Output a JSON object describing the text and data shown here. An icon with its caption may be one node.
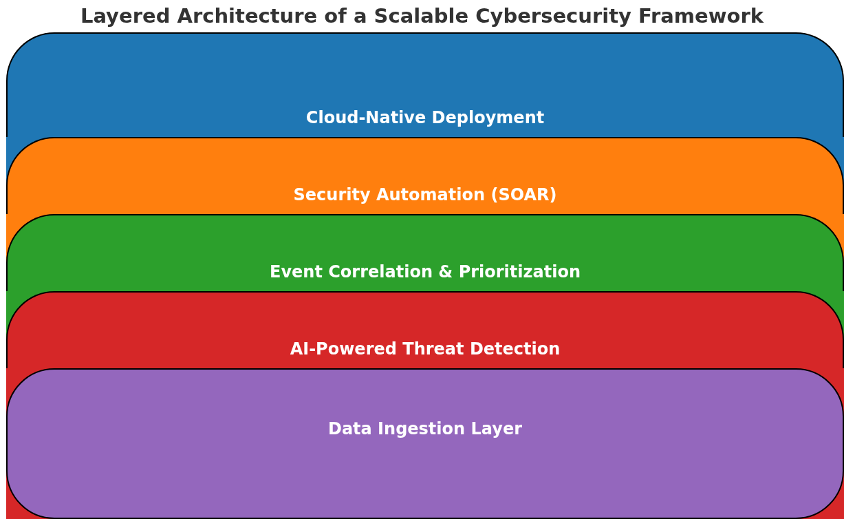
{
  "diagram": {
    "title": "Layered Architecture of a Scalable Cybersecurity Framework",
    "nodes": [
      {
        "text": [
          "Cloud-Native Deployment"
        ]
      },
      {
        "text": [
          "Security Automation (SOAR)"
        ]
      },
      {
        "text": [
          "Event Correlation & Prioritization"
        ]
      },
      {
        "text": [
          "AI-Powered Threat Detection"
        ]
      },
      {
        "text": [
          "Data Ingestion Layer"
        ]
      }
    ]
  }
}
